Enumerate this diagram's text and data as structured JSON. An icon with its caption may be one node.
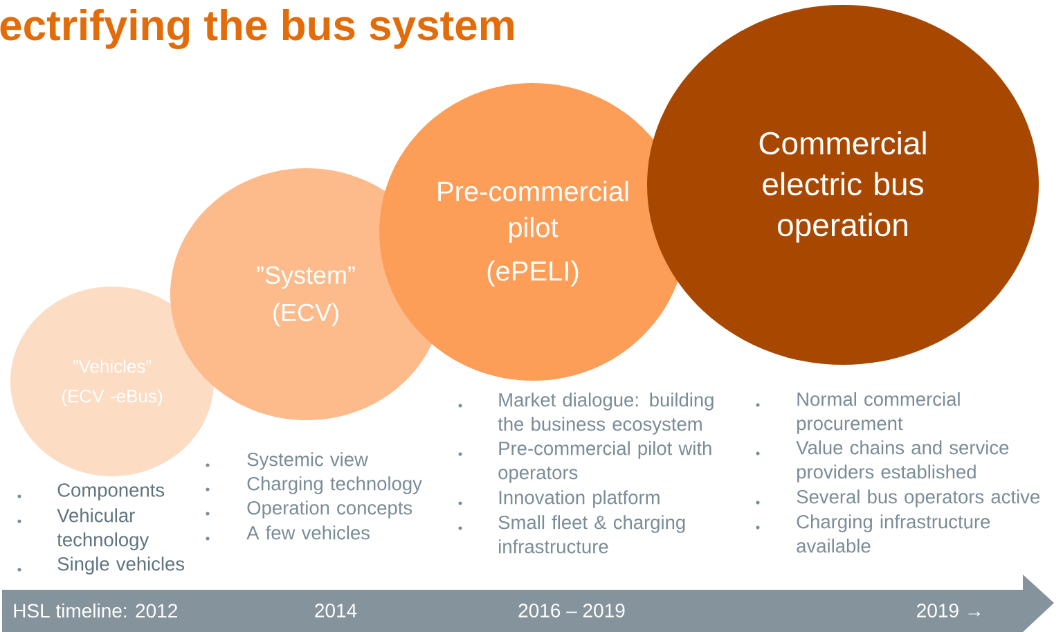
{
  "diagram": {
    "title": "ectrifying the bus system",
    "nodes": [
      {
        "text": [
          "”Vehicles” (ECV -eBus)"
        ]
      },
      {
        "text": [
          "”System” (ECV)"
        ]
      },
      {
        "text": [
          "Pre-commercial pilot",
          "(ePELI)"
        ]
      },
      {
        "text": [
          "Commercial electric bus operation"
        ]
      },
      {
        "text": [
          "HSL timeline: 2012",
          "2014",
          "2016 – 2019",
          "2019 →"
        ]
      }
    ],
    "labels": [
      "Components",
      "Vehicular technology",
      "Single vehicles",
      "Systemic view",
      "Charging technology",
      "Operation concepts",
      "A few vehicles",
      "Market dialogue: building the business ecosystem",
      "Pre-commercial pilot with operators",
      "Innovation platform",
      "Small fleet & charging infrastructure",
      "Normal commercial procurement",
      "Value chains and service providers established",
      "Several bus operators active",
      "Charging infrastructure available"
    ]
  }
}
